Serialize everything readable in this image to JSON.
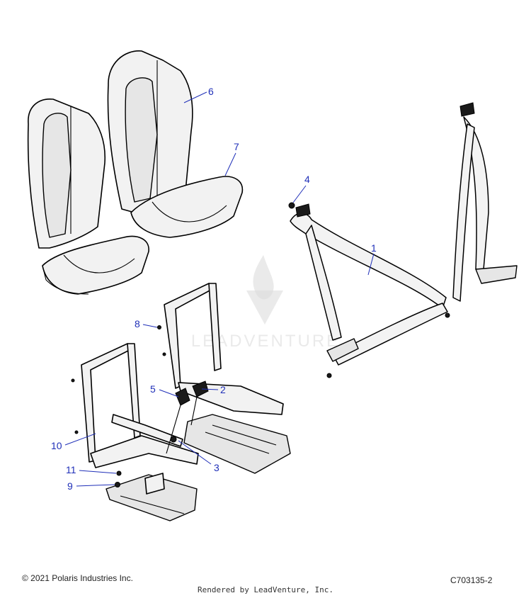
{
  "callouts": [
    {
      "id": "1",
      "label": "1"
    },
    {
      "id": "2",
      "label": "2"
    },
    {
      "id": "3",
      "label": "3"
    },
    {
      "id": "4",
      "label": "4"
    },
    {
      "id": "5",
      "label": "5"
    },
    {
      "id": "6",
      "label": "6"
    },
    {
      "id": "7",
      "label": "7"
    },
    {
      "id": "8",
      "label": "8"
    },
    {
      "id": "9",
      "label": "9"
    },
    {
      "id": "10",
      "label": "10"
    },
    {
      "id": "11",
      "label": "11"
    }
  ],
  "watermark": {
    "text": "LEADVENTURE"
  },
  "footer": {
    "copyright": "© 2021 Polaris Industries Inc.",
    "diagram_code": "C703135-2",
    "rendered_by": "Rendered by LeadVenture, Inc."
  },
  "colors": {
    "callout": "#1f2fb8",
    "line": "#000000",
    "fill": "#f2f2f2"
  }
}
